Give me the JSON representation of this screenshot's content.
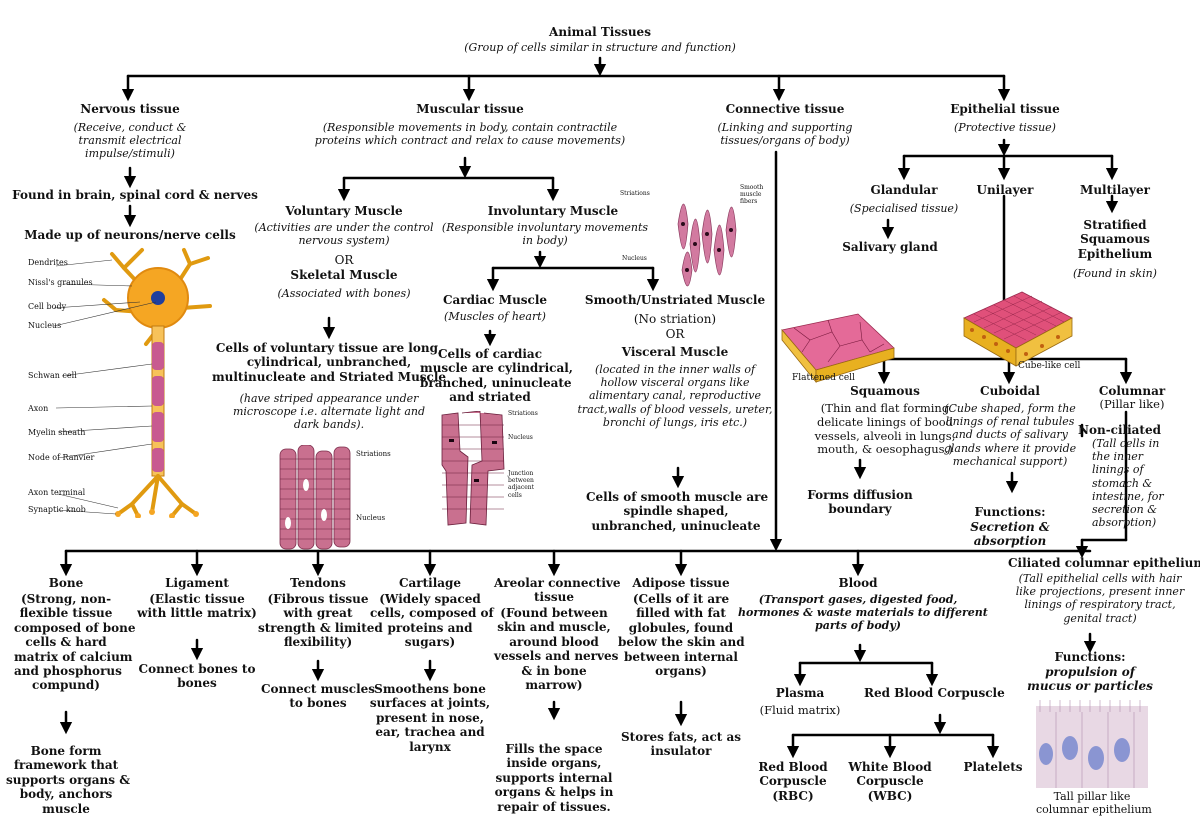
{
  "root": {
    "title": "Animal Tissues",
    "subtitle": "(Group of cells similar in structure and function)"
  },
  "nervous": {
    "title": "Nervous tissue",
    "desc": [
      "(Receive, conduct &",
      "transmit electrical",
      "impulse/stimuli)"
    ],
    "found": "Found in brain, spinal cord & nerves",
    "made": "Made up of neurons/nerve cells",
    "labels": [
      "Dendrites",
      "Nissl's granules",
      "Cell body",
      "Nucleus",
      "Schwan cell",
      "Axon",
      "Myelin sheath",
      "Node of Ranvier",
      "Axon terminal",
      "Synaptic knob"
    ]
  },
  "muscular": {
    "title": "Muscular tissue",
    "desc": [
      "(Responsible movements in body, contain contractile",
      "proteins which contract and relax to cause movements)"
    ],
    "voluntary": {
      "title": "Voluntary Muscle",
      "desc": [
        "(Activities are under the control",
        "nervous system)"
      ],
      "or": "OR",
      "alt": "Skeletal Muscle",
      "alt_desc": "(Associated with bones)",
      "cells": [
        "Cells of voluntary tissue are long,",
        "cylindrical, unbranched,",
        "multinucleate and Striated Muscle"
      ],
      "cells_desc": [
        "(have striped appearance under",
        "microscope i.e. alternate light and",
        "dark bands)."
      ]
    },
    "involuntary": {
      "title": "Involuntary Muscle",
      "desc": [
        "(Responsible involuntary movements",
        "in body)"
      ]
    },
    "cardiac": {
      "title": "Cardiac Muscle",
      "desc": "(Muscles of heart)",
      "cells": [
        "Cells of cardiac",
        "muscle are cylindrical,",
        "branched, uninucleate",
        "and striated"
      ]
    },
    "smooth": {
      "title": "Smooth/Unstriated Muscle",
      "desc": "(No striation)",
      "or": "OR",
      "alt": "Visceral Muscle",
      "alt_desc": [
        "(located in the inner walls of",
        "hollow visceral organs like",
        "alimentary canal, reproductive",
        "tract,walls of blood vessels, ureter,",
        "bronchi of lungs, iris etc.)"
      ],
      "cells": [
        "Cells of smooth muscle are",
        "spindle shaped,",
        "unbranched, uninucleate"
      ]
    },
    "fig_labels": {
      "striations": "Striations",
      "nucleus": "Nucleus",
      "junction": "Junction between adjacent cells",
      "smooth_fibers": "Smooth muscle fibers"
    }
  },
  "connective": {
    "title": "Connective tissue",
    "desc": [
      "(Linking and supporting",
      "tissues/organs of body)"
    ],
    "bone": {
      "title": "Bone",
      "desc": [
        "(Strong, non-",
        "flexible tissue",
        "composed of bone",
        "cells & hard",
        "matrix of calcium",
        "and phosphorus",
        "compund)"
      ],
      "fn": [
        "Bone form",
        "framework that",
        "supports organs &",
        "body, anchors",
        "muscle"
      ]
    },
    "ligament": {
      "title": "Ligament",
      "desc": [
        "(Elastic tissue",
        "with little matrix)"
      ],
      "fn": [
        "Connect bones to",
        "bones"
      ]
    },
    "tendons": {
      "title": "Tendons",
      "desc": [
        "(Fibrous tissue",
        "with great",
        "strength & limited",
        "flexibility)"
      ],
      "fn": [
        "Connect muscles",
        "to bones"
      ]
    },
    "cartilage": {
      "title": "Cartilage",
      "desc": [
        "(Widely spaced",
        "cells, composed of",
        "proteins and",
        "sugars)"
      ],
      "fn": [
        "Smoothens bone",
        "surfaces at joints,",
        "present in nose,",
        "ear, trachea and",
        "larynx"
      ]
    },
    "areolar": {
      "title": [
        "Areolar connective",
        "tissue"
      ],
      "desc": [
        "(Found between",
        "skin and muscle,",
        "around blood",
        "vessels and nerves",
        "& in bone",
        "marrow)"
      ],
      "fn": [
        "Fills the space",
        "inside organs,",
        "supports internal",
        "organs & helps in",
        "repair of tissues."
      ]
    },
    "adipose": {
      "title": "Adipose tissue",
      "desc": [
        "(Cells of it are",
        "filled with fat",
        "globules, found",
        "below the skin and",
        "between internal",
        "organs)"
      ],
      "fn": [
        "Stores fats, act as",
        "insulator"
      ]
    },
    "blood": {
      "title": "Blood",
      "desc": [
        "(Transport gases, digested food,",
        "hormones & waste materials to different",
        "parts of body)"
      ],
      "plasma": "Plasma",
      "plasma_desc": "(Fluid matrix)",
      "rbc_parent": "Red Blood Corpuscle",
      "rbc": [
        "Red Blood",
        "Corpuscle",
        "(RBC)"
      ],
      "wbc": [
        "White Blood",
        "Corpuscle",
        "(WBC)"
      ],
      "platelets": "Platelets"
    }
  },
  "epithelial": {
    "title": "Epithelial tissue",
    "desc": "(Protective tissue)",
    "glandular": {
      "title": "Glandular",
      "desc": "(Specialised tissue)",
      "ex": "Salivary gland"
    },
    "unilayer": "Unilayer",
    "multilayer": {
      "title": "Multilayer",
      "ex": [
        "Stratified",
        "Squamous",
        "Epithelium"
      ],
      "desc": "(Found in skin)"
    },
    "fig_labels": {
      "cube": "Cube-like cell",
      "flat": "Flattened cell"
    },
    "squamous": {
      "title": "Squamous",
      "desc": [
        "(Thin and flat forming",
        "delicate linings of bood",
        "vessels, alveoli in lungs,",
        "mouth, & oesophagus.)"
      ],
      "fn": [
        "Forms diffusion",
        "boundary"
      ]
    },
    "cuboidal": {
      "title": "Cuboidal",
      "desc": [
        "(Cube shaped, form the",
        "linings of renal tubules",
        "and ducts of salivary",
        "glands where it provide",
        "mechanical support)"
      ],
      "fn_title": "Functions:",
      "fn": [
        "Secretion &",
        "absorption"
      ]
    },
    "columnar": {
      "title": "Columnar",
      "desc": "(Pillar like)",
      "nc_title": "Non-ciliated",
      "nc_desc": [
        "(Tall cells in",
        "the inner",
        "linings of",
        "stomach &",
        "intestine, for",
        "secretion &",
        "absorption)"
      ],
      "ciliated": "Ciliated columnar epithelium",
      "ciliated_desc": [
        "(Tall epithelial cells with hair",
        "like projections, present inner",
        "linings of respiratory tract,",
        "genital tract)"
      ],
      "fn_title": "Functions:",
      "fn": [
        "propulsion of",
        "mucus or particles"
      ],
      "caption": [
        "Tall pillar like",
        "columnar epithelium"
      ]
    }
  },
  "colors": {
    "line": "#000000",
    "neuron": "#f5a623",
    "neuron_core": "#1f3f9e",
    "muscle": "#b85c7a",
    "epi_top": "#e0507a",
    "epi_side": "#e8b020"
  }
}
